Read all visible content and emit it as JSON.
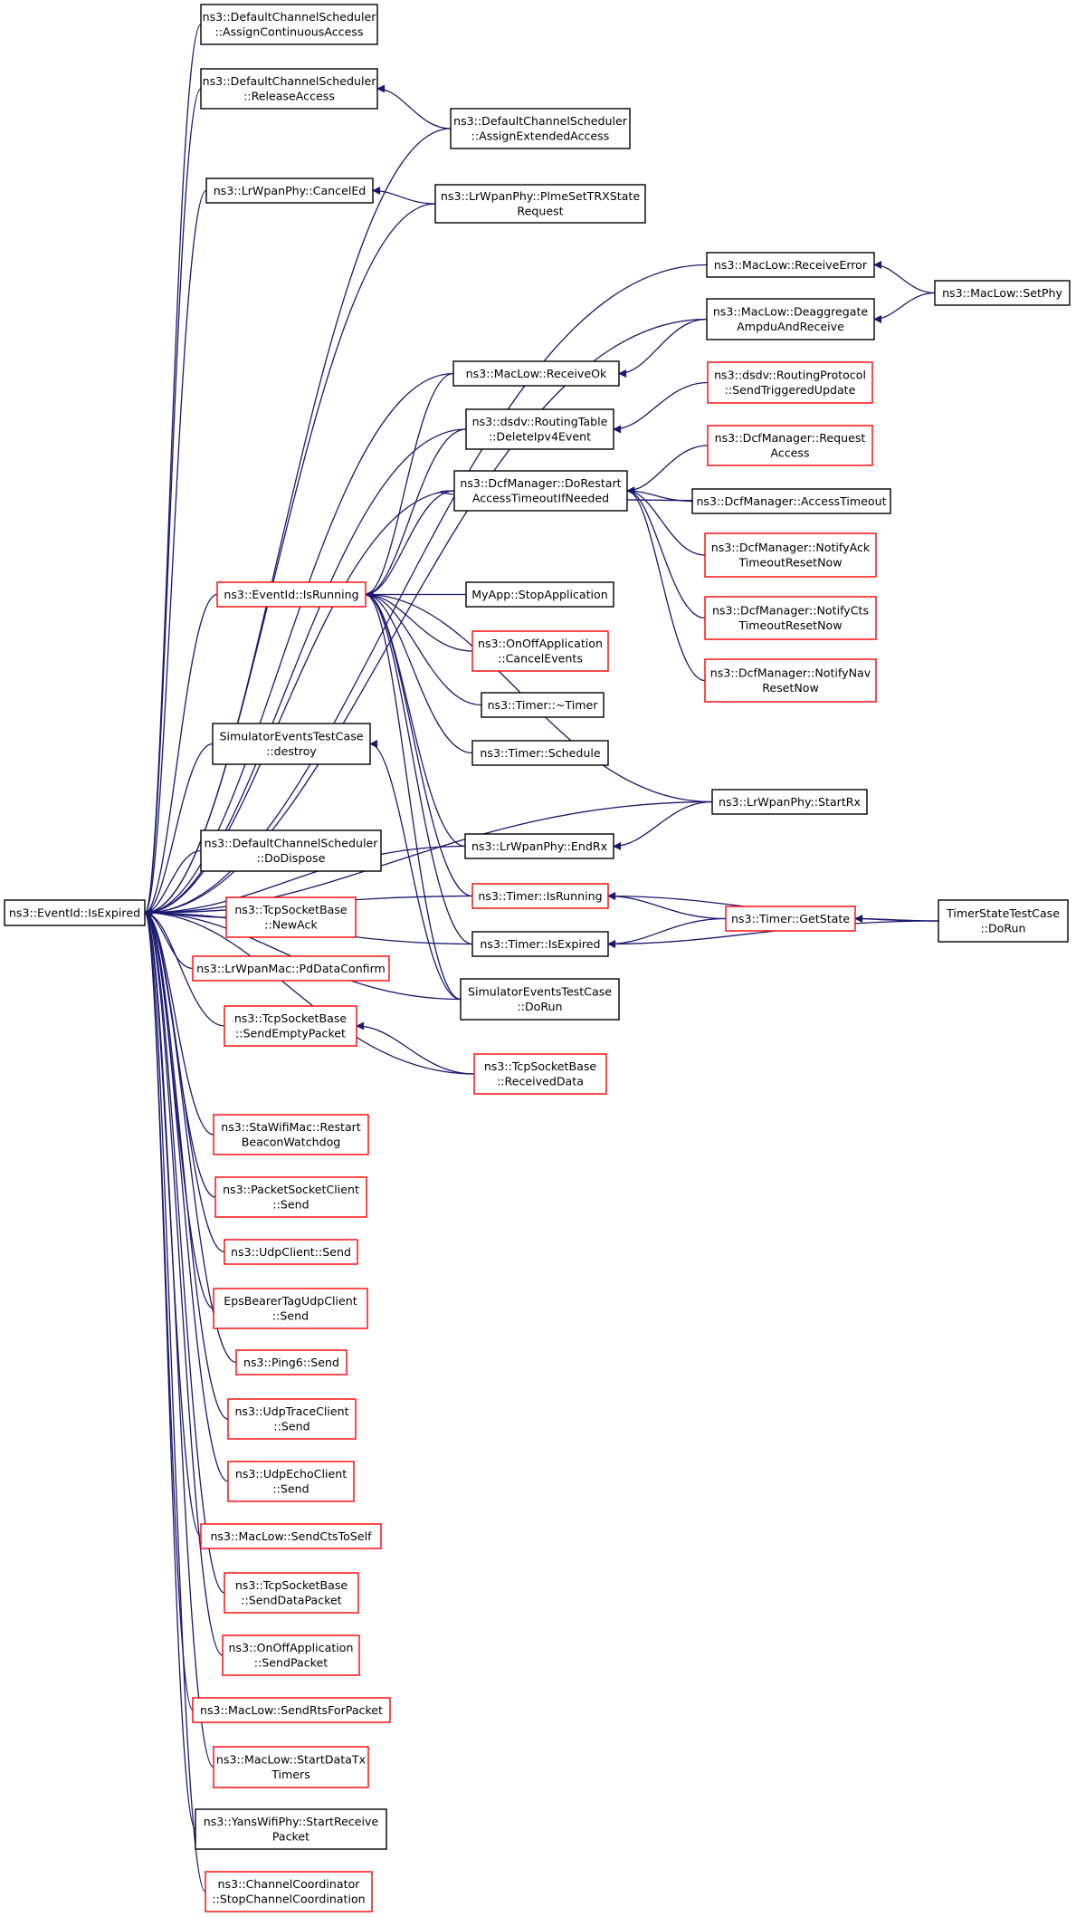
{
  "colors": {
    "edge": "#191970",
    "border_black": "#000000",
    "border_red": "#ff0000",
    "root_fill": "#bfbfbf"
  },
  "root": {
    "id": "root",
    "lines": [
      "ns3::EventId::IsExpired"
    ]
  },
  "nodes": [
    {
      "id": "n_assign_cont",
      "lines": [
        "ns3::DefaultChannelScheduler",
        "::AssignContinuousAccess"
      ],
      "border": "black"
    },
    {
      "id": "n_release",
      "lines": [
        "ns3::DefaultChannelScheduler",
        "::ReleaseAccess"
      ],
      "border": "black"
    },
    {
      "id": "n_assign_ext",
      "lines": [
        "ns3::DefaultChannelScheduler",
        "::AssignExtendedAccess"
      ],
      "border": "black"
    },
    {
      "id": "n_canceled",
      "lines": [
        "ns3::LrWpanPhy::CancelEd"
      ],
      "border": "black"
    },
    {
      "id": "n_plme",
      "lines": [
        "ns3::LrWpanPhy::PlmeSetTRXState",
        "Request"
      ],
      "border": "black"
    },
    {
      "id": "n_recverr",
      "lines": [
        "ns3::MacLow::ReceiveError"
      ],
      "border": "black"
    },
    {
      "id": "n_setphy",
      "lines": [
        "ns3::MacLow::SetPhy"
      ],
      "border": "black"
    },
    {
      "id": "n_deagg",
      "lines": [
        "ns3::MacLow::Deaggregate",
        "AmpduAndReceive"
      ],
      "border": "black"
    },
    {
      "id": "n_recvok",
      "lines": [
        "ns3::MacLow::ReceiveOk"
      ],
      "border": "black"
    },
    {
      "id": "n_dsdv_send",
      "lines": [
        "ns3::dsdv::RoutingProtocol",
        "::SendTriggeredUpdate"
      ],
      "border": "red"
    },
    {
      "id": "n_dsdv_del",
      "lines": [
        "ns3::dsdv::RoutingTable",
        "::DeleteIpv4Event"
      ],
      "border": "black"
    },
    {
      "id": "n_dcf_reqacc",
      "lines": [
        "ns3::DcfManager::Request",
        "Access"
      ],
      "border": "red"
    },
    {
      "id": "n_dcf_restart",
      "lines": [
        "ns3::DcfManager::DoRestart",
        "AccessTimeoutIfNeeded"
      ],
      "border": "black"
    },
    {
      "id": "n_dcf_acctimeout",
      "lines": [
        "ns3::DcfManager::AccessTimeout"
      ],
      "border": "black"
    },
    {
      "id": "n_dcf_ack",
      "lines": [
        "ns3::DcfManager::NotifyAck",
        "TimeoutResetNow"
      ],
      "border": "red"
    },
    {
      "id": "n_isrunning",
      "lines": [
        "ns3::EventId::IsRunning"
      ],
      "border": "red"
    },
    {
      "id": "n_myapp",
      "lines": [
        "MyApp::StopApplication"
      ],
      "border": "black"
    },
    {
      "id": "n_dcf_cts",
      "lines": [
        "ns3::DcfManager::NotifyCts",
        "TimeoutResetNow"
      ],
      "border": "red"
    },
    {
      "id": "n_onoff_cancel",
      "lines": [
        "ns3::OnOffApplication",
        "::CancelEvents"
      ],
      "border": "red"
    },
    {
      "id": "n_dcf_nav",
      "lines": [
        "ns3::DcfManager::NotifyNav",
        "ResetNow"
      ],
      "border": "red"
    },
    {
      "id": "n_timer_dtor",
      "lines": [
        "ns3::Timer::~Timer"
      ],
      "border": "black"
    },
    {
      "id": "n_sim_destroy",
      "lines": [
        "SimulatorEventsTestCase",
        "::destroy"
      ],
      "border": "black"
    },
    {
      "id": "n_timer_sched",
      "lines": [
        "ns3::Timer::Schedule"
      ],
      "border": "black"
    },
    {
      "id": "n_startrx",
      "lines": [
        "ns3::LrWpanPhy::StartRx"
      ],
      "border": "black"
    },
    {
      "id": "n_dodispose",
      "lines": [
        "ns3::DefaultChannelScheduler",
        "::DoDispose"
      ],
      "border": "black"
    },
    {
      "id": "n_endrx",
      "lines": [
        "ns3::LrWpanPhy::EndRx"
      ],
      "border": "black"
    },
    {
      "id": "n_newack",
      "lines": [
        "ns3::TcpSocketBase",
        "::NewAck"
      ],
      "border": "red"
    },
    {
      "id": "n_timer_isrunning",
      "lines": [
        "ns3::Timer::IsRunning"
      ],
      "border": "red"
    },
    {
      "id": "n_timerstate_dorun",
      "lines": [
        "TimerStateTestCase",
        "::DoRun"
      ],
      "border": "black"
    },
    {
      "id": "n_timer_getstate",
      "lines": [
        "ns3::Timer::GetState"
      ],
      "border": "red"
    },
    {
      "id": "n_timer_isexpired",
      "lines": [
        "ns3::Timer::IsExpired"
      ],
      "border": "black"
    },
    {
      "id": "n_pddata",
      "lines": [
        "ns3::LrWpanMac::PdDataConfirm"
      ],
      "border": "red"
    },
    {
      "id": "n_sim_dorun",
      "lines": [
        "SimulatorEventsTestCase",
        "::DoRun"
      ],
      "border": "black"
    },
    {
      "id": "n_sendempty",
      "lines": [
        "ns3::TcpSocketBase",
        "::SendEmptyPacket"
      ],
      "border": "red"
    },
    {
      "id": "n_recvdata",
      "lines": [
        "ns3::TcpSocketBase",
        "::ReceivedData"
      ],
      "border": "red"
    },
    {
      "id": "n_stawifi",
      "lines": [
        "ns3::StaWifiMac::Restart",
        "BeaconWatchdog"
      ],
      "border": "red"
    },
    {
      "id": "n_pktsock",
      "lines": [
        "ns3::PacketSocketClient",
        "::Send"
      ],
      "border": "red"
    },
    {
      "id": "n_udpclient",
      "lines": [
        "ns3::UdpClient::Send"
      ],
      "border": "red"
    },
    {
      "id": "n_epsbearer",
      "lines": [
        "EpsBearerTagUdpClient",
        "::Send"
      ],
      "border": "red"
    },
    {
      "id": "n_ping6",
      "lines": [
        "ns3::Ping6::Send"
      ],
      "border": "red"
    },
    {
      "id": "n_udptrace",
      "lines": [
        "ns3::UdpTraceClient",
        "::Send"
      ],
      "border": "red"
    },
    {
      "id": "n_udpecho",
      "lines": [
        "ns3::UdpEchoClient",
        "::Send"
      ],
      "border": "red"
    },
    {
      "id": "n_sendcts",
      "lines": [
        "ns3::MacLow::SendCtsToSelf"
      ],
      "border": "red"
    },
    {
      "id": "n_senddata",
      "lines": [
        "ns3::TcpSocketBase",
        "::SendDataPacket"
      ],
      "border": "red"
    },
    {
      "id": "n_onoff_send",
      "lines": [
        "ns3::OnOffApplication",
        "::SendPacket"
      ],
      "border": "red"
    },
    {
      "id": "n_sendrts",
      "lines": [
        "ns3::MacLow::SendRtsForPacket"
      ],
      "border": "red"
    },
    {
      "id": "n_startdatatx",
      "lines": [
        "ns3::MacLow::StartDataTx",
        "Timers"
      ],
      "border": "red"
    },
    {
      "id": "n_yans",
      "lines": [
        "ns3::YansWifiPhy::StartReceive",
        "Packet"
      ],
      "border": "black"
    },
    {
      "id": "n_chancoord",
      "lines": [
        "ns3::ChannelCoordinator",
        "::StopChannelCoordination"
      ],
      "border": "red"
    }
  ],
  "edges": [
    [
      "n_assign_cont",
      "root"
    ],
    [
      "n_release",
      "root"
    ],
    [
      "n_assign_ext",
      "n_release"
    ],
    [
      "n_assign_ext",
      "root"
    ],
    [
      "n_canceled",
      "root"
    ],
    [
      "n_plme",
      "n_canceled"
    ],
    [
      "n_plme",
      "root"
    ],
    [
      "n_recverr",
      "root"
    ],
    [
      "n_setphy",
      "n_recverr"
    ],
    [
      "n_setphy",
      "n_deagg"
    ],
    [
      "n_deagg",
      "root"
    ],
    [
      "n_deagg",
      "n_recvok"
    ],
    [
      "n_recvok",
      "root"
    ],
    [
      "n_recvok",
      "n_isrunning"
    ],
    [
      "n_dsdv_send",
      "n_dsdv_del"
    ],
    [
      "n_dsdv_del",
      "root"
    ],
    [
      "n_dsdv_del",
      "n_isrunning"
    ],
    [
      "n_dcf_reqacc",
      "n_dcf_restart"
    ],
    [
      "n_dcf_restart",
      "root"
    ],
    [
      "n_dcf_restart",
      "n_isrunning"
    ],
    [
      "n_dcf_acctimeout",
      "n_dcf_restart"
    ],
    [
      "n_dcf_ack",
      "n_dcf_restart"
    ],
    [
      "n_dcf_cts",
      "n_dcf_restart"
    ],
    [
      "n_dcf_nav",
      "n_dcf_restart"
    ],
    [
      "n_dcf_restart",
      "n_dcf_acctimeout"
    ],
    [
      "n_isrunning",
      "root"
    ],
    [
      "n_myapp",
      "n_isrunning"
    ],
    [
      "n_onoff_cancel",
      "n_isrunning"
    ],
    [
      "n_timer_dtor",
      "n_isrunning"
    ],
    [
      "n_timer_sched",
      "n_isrunning"
    ],
    [
      "n_startrx",
      "root"
    ],
    [
      "n_startrx",
      "n_isrunning"
    ],
    [
      "n_endrx",
      "root"
    ],
    [
      "n_endrx",
      "n_isrunning"
    ],
    [
      "n_startrx",
      "n_endrx"
    ],
    [
      "n_sim_destroy",
      "root"
    ],
    [
      "n_sim_dorun",
      "n_sim_destroy"
    ],
    [
      "n_dodispose",
      "root"
    ],
    [
      "n_newack",
      "root"
    ],
    [
      "n_timer_isrunning",
      "root"
    ],
    [
      "n_timer_isrunning",
      "n_isrunning"
    ],
    [
      "n_timer_isexpired",
      "root"
    ],
    [
      "n_timer_isexpired",
      "n_isrunning"
    ],
    [
      "n_timer_getstate",
      "n_timer_isrunning"
    ],
    [
      "n_timer_getstate",
      "n_timer_isexpired"
    ],
    [
      "n_timerstate_dorun",
      "n_timer_getstate"
    ],
    [
      "n_timerstate_dorun",
      "n_timer_isrunning"
    ],
    [
      "n_timerstate_dorun",
      "n_timer_isexpired"
    ],
    [
      "n_pddata",
      "root"
    ],
    [
      "n_sim_dorun",
      "root"
    ],
    [
      "n_sim_dorun",
      "n_isrunning"
    ],
    [
      "n_sendempty",
      "root"
    ],
    [
      "n_recvdata",
      "n_sendempty"
    ],
    [
      "n_recvdata",
      "root"
    ],
    [
      "n_stawifi",
      "root"
    ],
    [
      "n_pktsock",
      "root"
    ],
    [
      "n_udpclient",
      "root"
    ],
    [
      "n_epsbearer",
      "root"
    ],
    [
      "n_ping6",
      "root"
    ],
    [
      "n_udptrace",
      "root"
    ],
    [
      "n_udpecho",
      "root"
    ],
    [
      "n_sendcts",
      "root"
    ],
    [
      "n_senddata",
      "root"
    ],
    [
      "n_onoff_send",
      "root"
    ],
    [
      "n_sendrts",
      "root"
    ],
    [
      "n_startdatatx",
      "root"
    ],
    [
      "n_yans",
      "root"
    ],
    [
      "n_chancoord",
      "root"
    ]
  ]
}
